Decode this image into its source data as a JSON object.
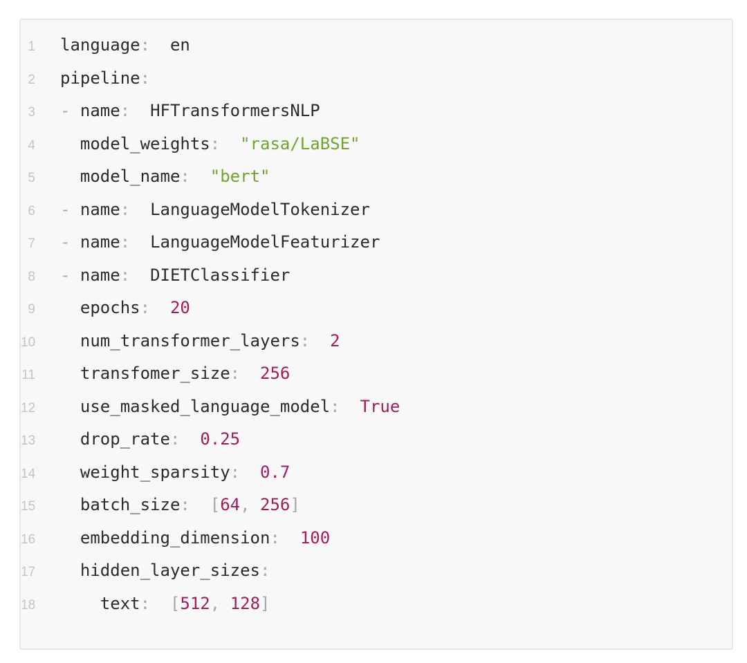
{
  "theme": {
    "page-bg": "#ffffff",
    "block-bg": "#f8f8f9",
    "block-border": "#e7e7e9",
    "line-number": "#c4c4c8",
    "code-default": "#2b2b2e",
    "punct": "#a6a6ab",
    "string": "#6fa52c",
    "literal": "#a21c5c"
  },
  "code_block": {
    "language": "yaml",
    "lines": [
      {
        "num": "1",
        "tokens": [
          [
            "k",
            "language"
          ],
          [
            "pu",
            ":"
          ],
          [
            "ws",
            "  "
          ],
          [
            "pl",
            "en"
          ]
        ]
      },
      {
        "num": "2",
        "tokens": [
          [
            "k",
            "pipeline"
          ],
          [
            "pu",
            ":"
          ]
        ]
      },
      {
        "num": "3",
        "tokens": [
          [
            "pu",
            "-"
          ],
          [
            "ws",
            " "
          ],
          [
            "k",
            "name"
          ],
          [
            "pu",
            ":"
          ],
          [
            "ws",
            "  "
          ],
          [
            "pl",
            "HFTransformersNLP"
          ]
        ]
      },
      {
        "num": "4",
        "tokens": [
          [
            "ws",
            "  "
          ],
          [
            "k",
            "model_weights"
          ],
          [
            "pu",
            ":"
          ],
          [
            "ws",
            "  "
          ],
          [
            "st",
            "\"rasa/LaBSE\""
          ]
        ]
      },
      {
        "num": "5",
        "tokens": [
          [
            "ws",
            "  "
          ],
          [
            "k",
            "model_name"
          ],
          [
            "pu",
            ":"
          ],
          [
            "ws",
            "  "
          ],
          [
            "st",
            "\"bert\""
          ]
        ]
      },
      {
        "num": "6",
        "tokens": [
          [
            "pu",
            "-"
          ],
          [
            "ws",
            " "
          ],
          [
            "k",
            "name"
          ],
          [
            "pu",
            ":"
          ],
          [
            "ws",
            "  "
          ],
          [
            "pl",
            "LanguageModelTokenizer"
          ]
        ]
      },
      {
        "num": "7",
        "tokens": [
          [
            "pu",
            "-"
          ],
          [
            "ws",
            " "
          ],
          [
            "k",
            "name"
          ],
          [
            "pu",
            ":"
          ],
          [
            "ws",
            "  "
          ],
          [
            "pl",
            "LanguageModelFeaturizer"
          ]
        ]
      },
      {
        "num": "8",
        "tokens": [
          [
            "pu",
            "-"
          ],
          [
            "ws",
            " "
          ],
          [
            "k",
            "name"
          ],
          [
            "pu",
            ":"
          ],
          [
            "ws",
            "  "
          ],
          [
            "pl",
            "DIETClassifier"
          ]
        ]
      },
      {
        "num": "9",
        "tokens": [
          [
            "ws",
            "  "
          ],
          [
            "k",
            "epochs"
          ],
          [
            "pu",
            ":"
          ],
          [
            "ws",
            "  "
          ],
          [
            "nu",
            "20"
          ]
        ]
      },
      {
        "num": "10",
        "tokens": [
          [
            "ws",
            "  "
          ],
          [
            "k",
            "num_transformer_layers"
          ],
          [
            "pu",
            ":"
          ],
          [
            "ws",
            "  "
          ],
          [
            "nu",
            "2"
          ]
        ]
      },
      {
        "num": "11",
        "tokens": [
          [
            "ws",
            "  "
          ],
          [
            "k",
            "transfomer_size"
          ],
          [
            "pu",
            ":"
          ],
          [
            "ws",
            "  "
          ],
          [
            "nu",
            "256"
          ]
        ]
      },
      {
        "num": "12",
        "tokens": [
          [
            "ws",
            "  "
          ],
          [
            "k",
            "use_masked_language_model"
          ],
          [
            "pu",
            ":"
          ],
          [
            "ws",
            "  "
          ],
          [
            "nu",
            "True"
          ]
        ]
      },
      {
        "num": "13",
        "tokens": [
          [
            "ws",
            "  "
          ],
          [
            "k",
            "drop_rate"
          ],
          [
            "pu",
            ":"
          ],
          [
            "ws",
            "  "
          ],
          [
            "nu",
            "0.25"
          ]
        ]
      },
      {
        "num": "14",
        "tokens": [
          [
            "ws",
            "  "
          ],
          [
            "k",
            "weight_sparsity"
          ],
          [
            "pu",
            ":"
          ],
          [
            "ws",
            "  "
          ],
          [
            "nu",
            "0.7"
          ]
        ]
      },
      {
        "num": "15",
        "tokens": [
          [
            "ws",
            "  "
          ],
          [
            "k",
            "batch_size"
          ],
          [
            "pu",
            ":"
          ],
          [
            "ws",
            "  "
          ],
          [
            "pu",
            "["
          ],
          [
            "nu",
            "64"
          ],
          [
            "pu",
            ","
          ],
          [
            "ws",
            " "
          ],
          [
            "nu",
            "256"
          ],
          [
            "pu",
            "]"
          ]
        ]
      },
      {
        "num": "16",
        "tokens": [
          [
            "ws",
            "  "
          ],
          [
            "k",
            "embedding_dimension"
          ],
          [
            "pu",
            ":"
          ],
          [
            "ws",
            "  "
          ],
          [
            "nu",
            "100"
          ]
        ]
      },
      {
        "num": "17",
        "tokens": [
          [
            "ws",
            "  "
          ],
          [
            "k",
            "hidden_layer_sizes"
          ],
          [
            "pu",
            ":"
          ]
        ]
      },
      {
        "num": "18",
        "tokens": [
          [
            "ws",
            "    "
          ],
          [
            "k",
            "text"
          ],
          [
            "pu",
            ":"
          ],
          [
            "ws",
            "  "
          ],
          [
            "pu",
            "["
          ],
          [
            "nu",
            "512"
          ],
          [
            "pu",
            ","
          ],
          [
            "ws",
            " "
          ],
          [
            "nu",
            "128"
          ],
          [
            "pu",
            "]"
          ]
        ]
      }
    ]
  }
}
